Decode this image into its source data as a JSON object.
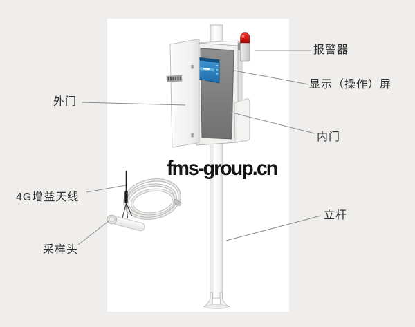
{
  "diagram": {
    "title": "pole-mounted gas monitoring station diagram",
    "watermark": {
      "text": "fms-group.cn",
      "color": "#141414"
    },
    "labels": {
      "alarm": {
        "text": "报警器"
      },
      "display_screen": {
        "text": "显示（操作）屏"
      },
      "outer_door": {
        "text": "外门"
      },
      "inner_door": {
        "text": "内门"
      },
      "antenna_4g": {
        "text": "4G增益天线"
      },
      "sampling_head": {
        "text": "采样头"
      },
      "pole": {
        "text": "立杆"
      }
    },
    "colors": {
      "page_background": "#efeeec",
      "panel_background": "#ffffff",
      "alarm_beacon": "#d51414",
      "screen_blue": "#2f86c4",
      "inner_panel_gray": "#7d7d7d",
      "leader_line": "#8c8c8c",
      "label_text": "#2e2e2e"
    }
  }
}
